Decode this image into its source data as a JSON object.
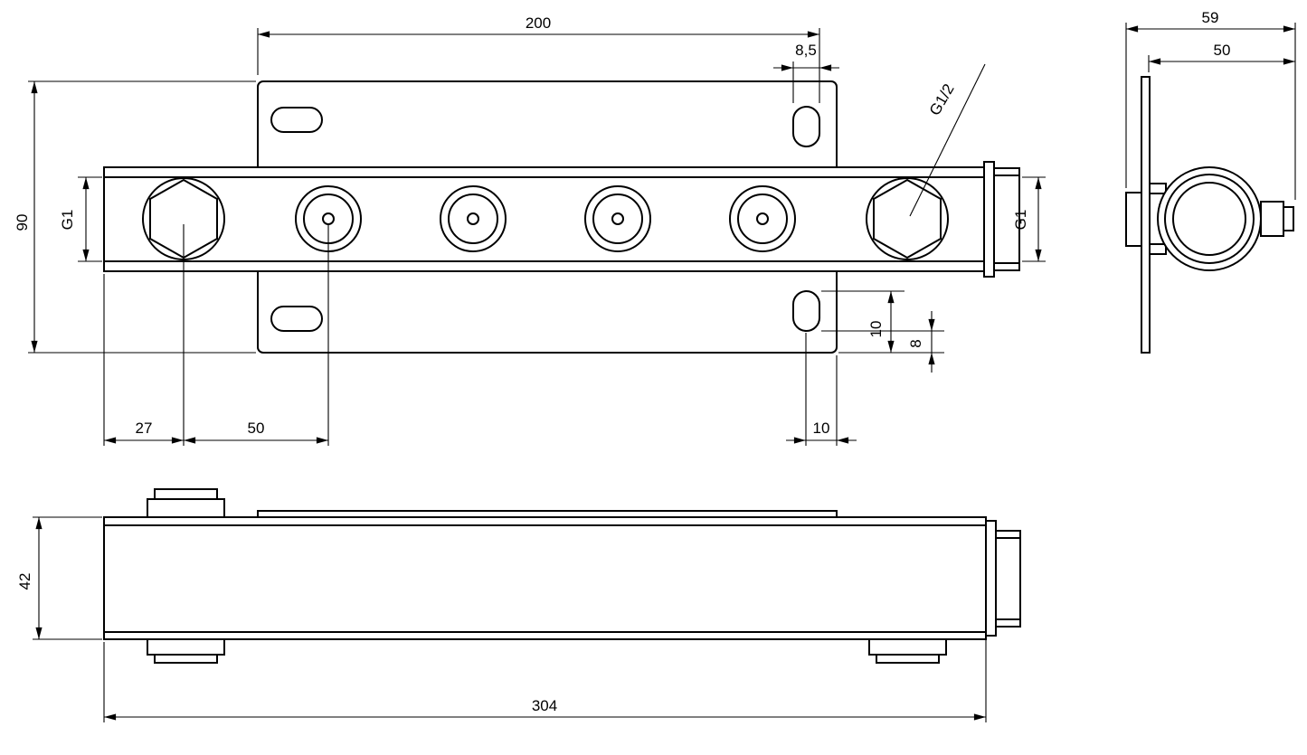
{
  "drawing_type": "technical-drawing-manifold",
  "colors": {
    "line": "#000000",
    "background": "#ffffff"
  },
  "views": {
    "front": {
      "dims": {
        "bracket_width": "200",
        "slot_width": "8,5",
        "bracket_height": "90",
        "thread_main_left": "G1",
        "thread_main_right": "G1",
        "thread_outlet": "G1/2",
        "first_port_offset": "27",
        "port_spacing": "50",
        "slot_to_edge": "10",
        "slot_top_to_edge": "10",
        "slot_bottom_to_edge": "8"
      }
    },
    "side": {
      "dims": {
        "total_depth": "59",
        "body_depth": "50"
      }
    },
    "bottom": {
      "dims": {
        "body_height": "42",
        "total_length": "304"
      }
    }
  }
}
